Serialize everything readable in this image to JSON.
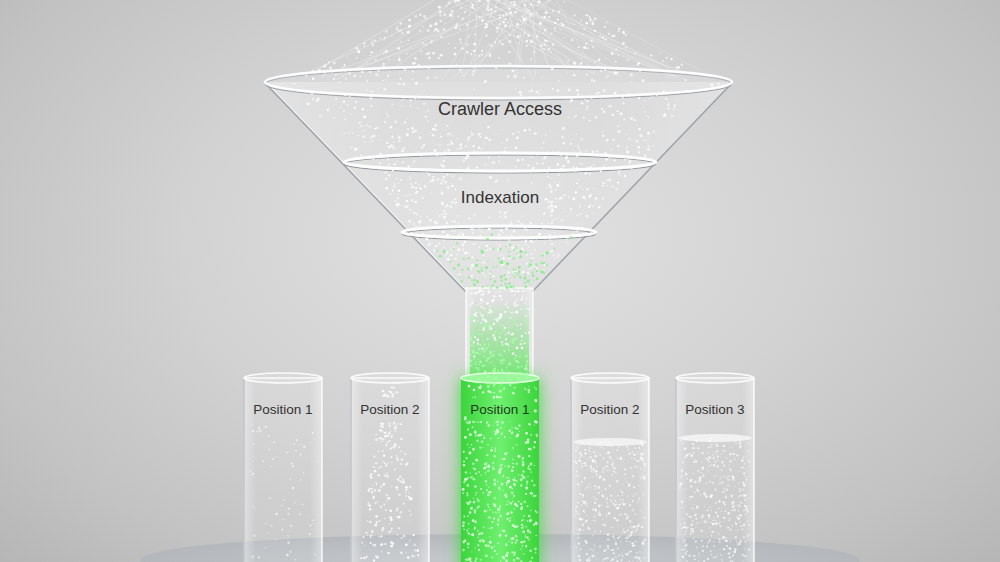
{
  "diagram": {
    "nodes": [
      {
        "text": [
          "Crawler Access"
        ]
      },
      {
        "text": [
          "Indexation"
        ]
      },
      {
        "text": [
          "Position 1"
        ]
      },
      {
        "text": [
          "Position 2"
        ]
      },
      {
        "text": [
          "Position 1"
        ]
      },
      {
        "text": [
          "Position 2"
        ]
      },
      {
        "text": [
          "Position 3"
        ]
      }
    ]
  }
}
